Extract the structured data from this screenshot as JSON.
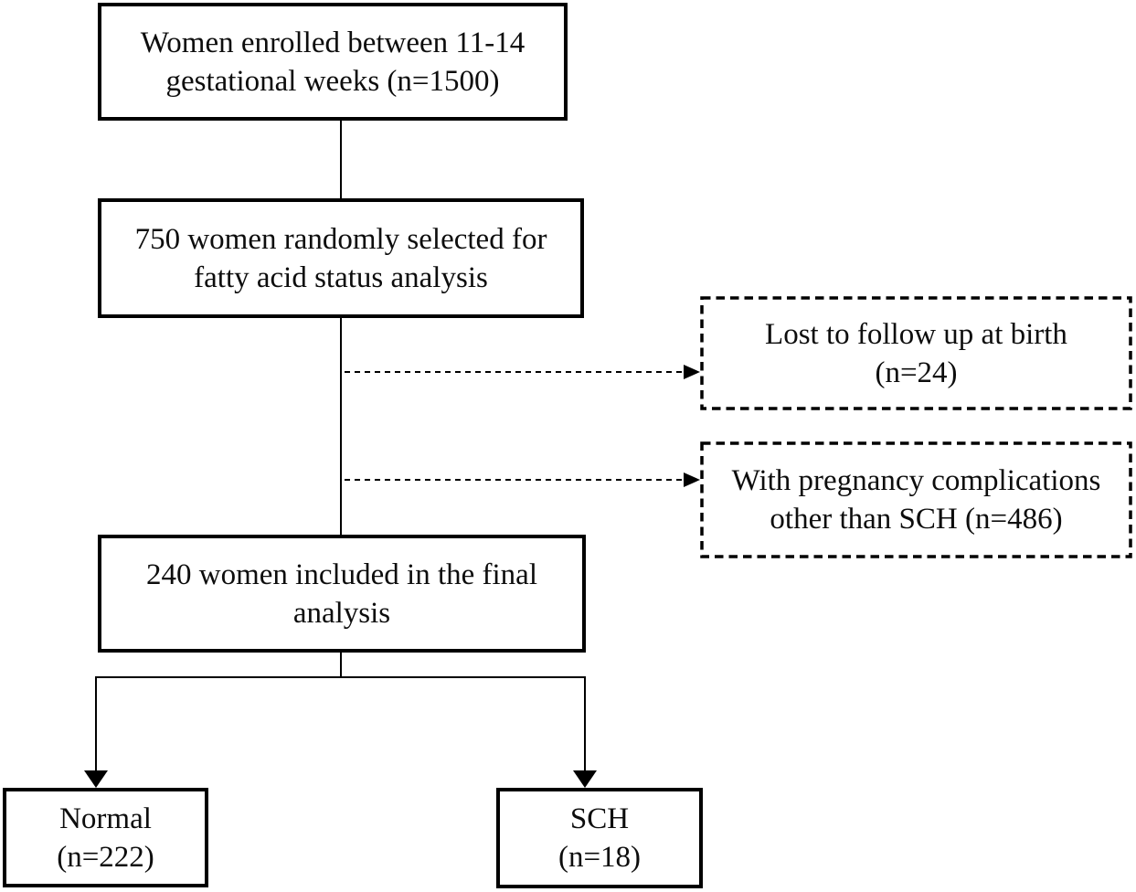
{
  "figure": {
    "type": "participant-flow-diagram",
    "background": "#ffffff",
    "ink": "#000000",
    "boxes": {
      "enrolled": {
        "border": "solid",
        "n": "1500",
        "lines": [
          "Women enrolled between 11-14",
          "gestational weeks (n=1500)"
        ]
      },
      "selected": {
        "border": "solid",
        "n": "750",
        "lines": [
          "750 women randomly selected for",
          "fatty acid status analysis"
        ]
      },
      "lost": {
        "border": "dashed",
        "n": "24",
        "lines": [
          "Lost to follow up at birth",
          "(n=24)"
        ]
      },
      "complications": {
        "border": "dashed",
        "n": "486",
        "lines": [
          "With pregnancy complications",
          "other than SCH (n=486)"
        ]
      },
      "final": {
        "border": "solid",
        "n": "240",
        "lines": [
          "240 women included in the final",
          "analysis"
        ]
      },
      "normal": {
        "border": "solid",
        "n": "222",
        "lines": [
          "Normal",
          "(n=222)"
        ]
      },
      "sch": {
        "border": "solid",
        "n": "18",
        "lines": [
          "SCH",
          "(n=18)"
        ]
      }
    },
    "edges": [
      {
        "from": "enrolled",
        "to": "selected",
        "style": "solid-line"
      },
      {
        "from": "selected",
        "to": "final",
        "style": "solid-line"
      },
      {
        "from": "selected-to-final-line",
        "to": "lost",
        "style": "dashed-arrow"
      },
      {
        "from": "selected-to-final-line",
        "to": "complications",
        "style": "dashed-arrow"
      },
      {
        "from": "final",
        "to": "normal",
        "style": "solid-arrow"
      },
      {
        "from": "final",
        "to": "sch",
        "style": "solid-arrow"
      }
    ]
  }
}
